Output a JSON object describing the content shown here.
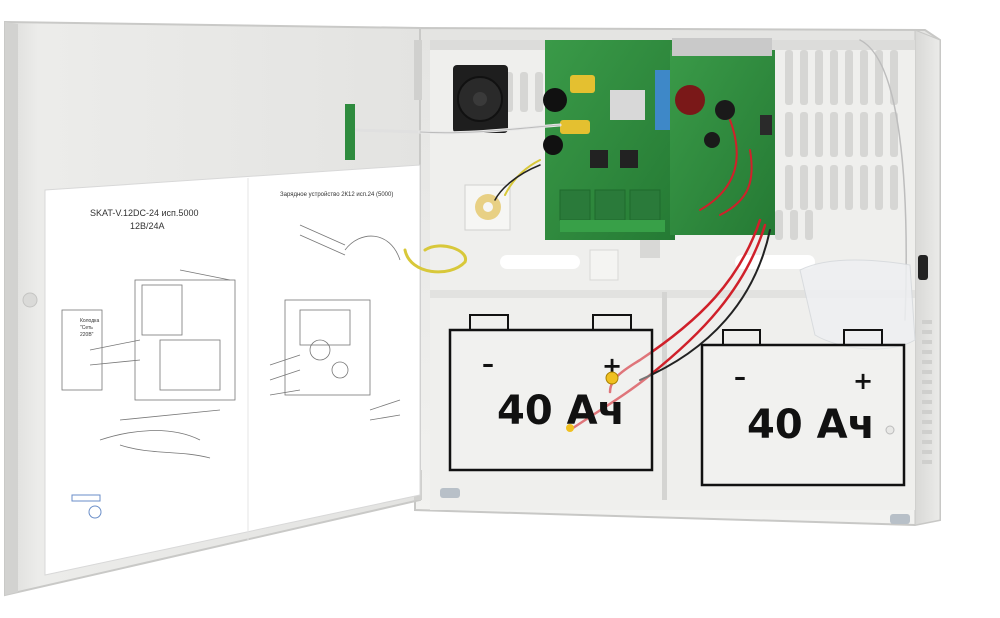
{
  "door_doc": {
    "left_title": "SKAT-V.12DC-24  исп.5000",
    "left_subtitle": "12В/24А",
    "right_title": "Зарядное устройство 2К12 исп.24 (5000)",
    "left_note_1": "Колодка",
    "left_note_2": "\"Сеть",
    "left_note_3": "220В\""
  },
  "batteries": [
    {
      "minus": "–",
      "plus": "+",
      "label": "40 Ач"
    },
    {
      "minus": "–",
      "plus": "+",
      "label": "40 Ач"
    }
  ],
  "colors": {
    "enclosure": "#eeeeec",
    "door": "#e9e9e7",
    "pcb": "#2e8b3e",
    "wire_red": "#d0202a",
    "wire_yellow": "#e8d84a",
    "fan": "#1e1e1e"
  }
}
